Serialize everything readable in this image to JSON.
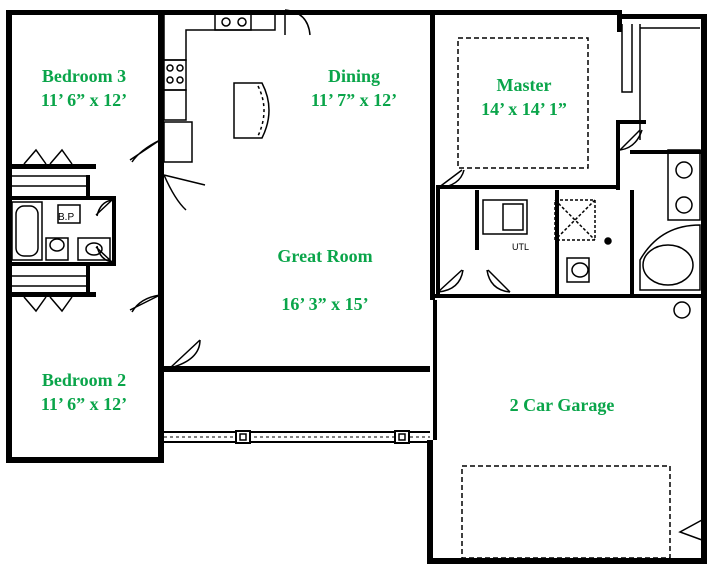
{
  "colors": {
    "label": "#0aa54a",
    "wall": "#000000",
    "background": "#ffffff"
  },
  "rooms": {
    "bedroom3": {
      "name": "Bedroom 3",
      "size": "11’ 6” x 12’"
    },
    "dining": {
      "name": "Dining",
      "size": "11’ 7” x 12’"
    },
    "master": {
      "name": "Master",
      "size": "14’ x 14’ 1”"
    },
    "great_room": {
      "name": "Great Room",
      "size": "16’ 3” x 15’"
    },
    "bedroom2": {
      "name": "Bedroom 2",
      "size": "11’ 6” x 12’"
    },
    "garage": {
      "name": "2 Car Garage"
    }
  },
  "fixtures": {
    "linen_tag": "B.P",
    "utility_tag": "UTL"
  }
}
